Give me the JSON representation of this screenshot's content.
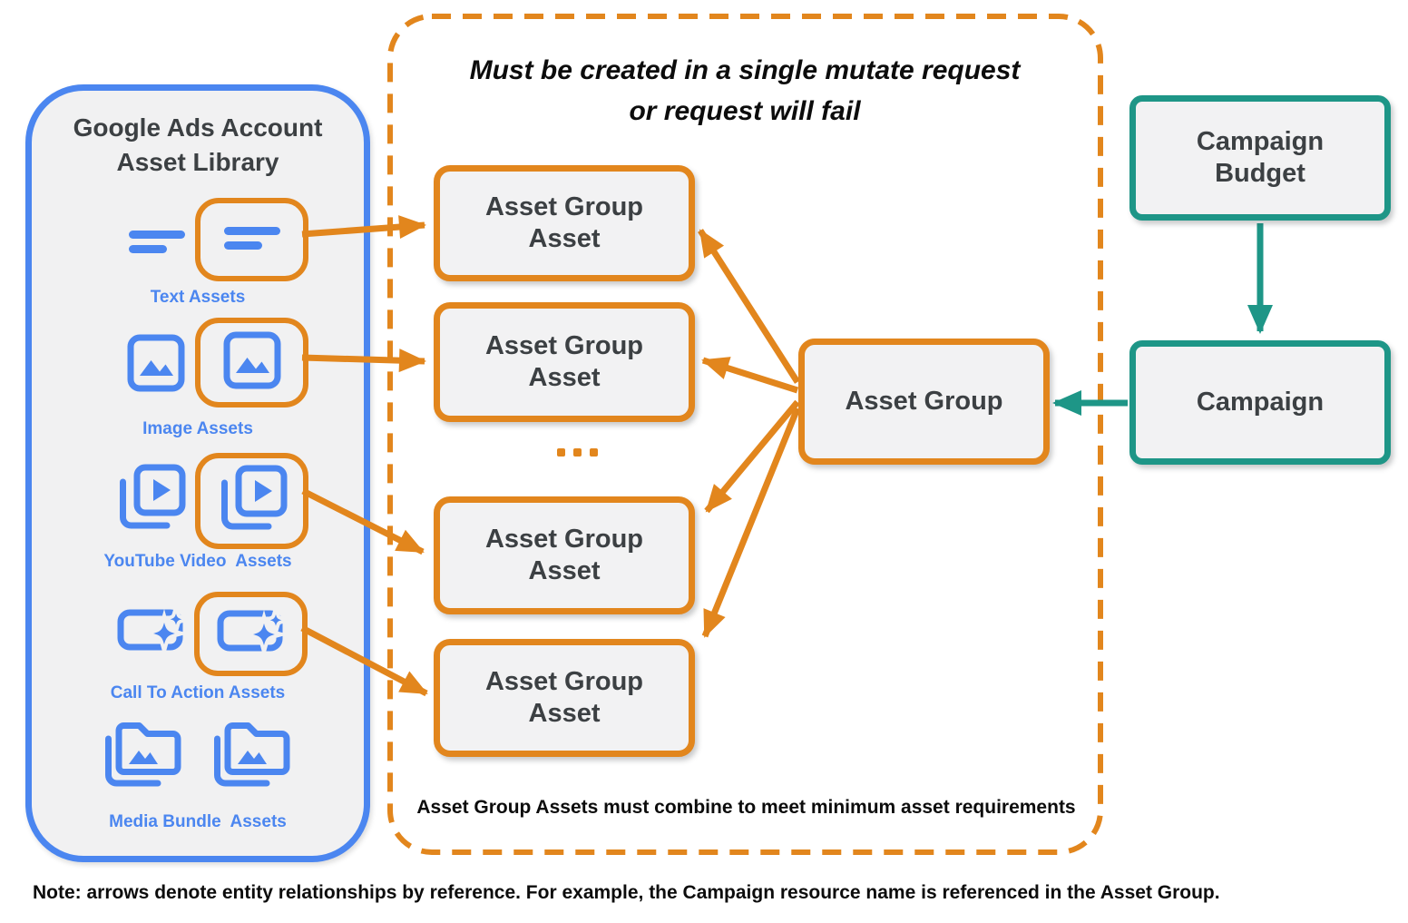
{
  "colors": {
    "orange": "#E2861D",
    "blue": "#4B86F0",
    "teal": "#1E9687",
    "dark": "#3C4043",
    "bg_gray": "#F1F1F2"
  },
  "library": {
    "title_line1": "Google Ads Account",
    "title_line2": "Asset Library",
    "sections": [
      {
        "label": "Text Assets",
        "icon": "text-asset-icon"
      },
      {
        "label": "Image Assets",
        "icon": "image-asset-icon"
      },
      {
        "label": "YouTube Video  Assets",
        "icon": "youtube-video-asset-icon"
      },
      {
        "label": "Call To Action Assets",
        "icon": "call-to-action-asset-icon"
      },
      {
        "label": "Media Bundle  Assets",
        "icon": "media-bundle-asset-icon"
      }
    ]
  },
  "mutate_group": {
    "title_line1": "Must be created in a single mutate request",
    "title_line2": "or request will fail",
    "asset_group_assets": [
      {
        "label": "Asset Group Asset"
      },
      {
        "label": "Asset Group Asset"
      },
      {
        "label": "Asset Group Asset"
      },
      {
        "label": "Asset Group Asset"
      }
    ],
    "ellipsis": "...",
    "asset_group": {
      "label": "Asset Group"
    },
    "footer": "Asset Group Assets must combine to meet minimum asset requirements"
  },
  "campaign_column": {
    "budget": {
      "label": "Campaign Budget"
    },
    "campaign": {
      "label": "Campaign"
    }
  },
  "note": "Note: arrows denote entity relationships by reference. For example, the Campaign resource name is referenced in the Asset Group."
}
